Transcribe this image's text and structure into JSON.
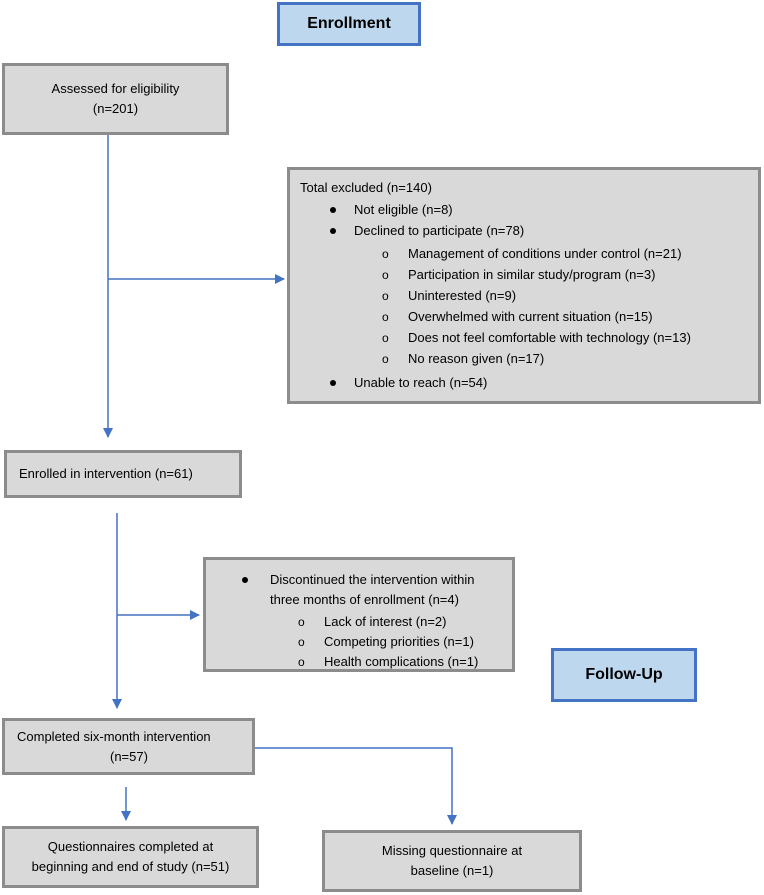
{
  "labels": {
    "enrollment": "Enrollment",
    "follow_up": "Follow-Up"
  },
  "assessed": {
    "line1": "Assessed for eligibility",
    "line2": "(n=201)"
  },
  "excluded": {
    "title": "Total excluded (n=140)",
    "items": [
      {
        "bullet": "dot",
        "text": "Not eligible (n=8)"
      },
      {
        "bullet": "dot",
        "text": "Declined to participate (n=78)"
      },
      {
        "bullet": "o",
        "text": "Management of conditions under control (n=21)"
      },
      {
        "bullet": "o",
        "text": "Participation in similar study/program (n=3)"
      },
      {
        "bullet": "o",
        "text": "Uninterested (n=9)"
      },
      {
        "bullet": "o",
        "text": "Overwhelmed with current situation (n=15)"
      },
      {
        "bullet": "o",
        "text": "Does not feel comfortable with technology (n=13)"
      },
      {
        "bullet": "o",
        "text": "No reason given (n=17)"
      },
      {
        "bullet": "dot",
        "text": "Unable to reach (n=54)"
      }
    ]
  },
  "enrolled": {
    "text": "Enrolled in intervention (n=61)"
  },
  "discontinued": {
    "line1": "Discontinued the intervention within",
    "line2": "three months of enrollment (n=4)",
    "items": [
      "Lack of interest (n=2)",
      "Competing priorities (n=1)",
      "Health complications (n=1)"
    ],
    "bullet_o": "o"
  },
  "completed": {
    "line1": "Completed six-month intervention",
    "line2": "(n=57)"
  },
  "questionnaires": {
    "line1": "Questionnaires completed at",
    "line2": "beginning and end of study (n=51)"
  },
  "missing": {
    "line1": "Missing questionnaire at",
    "line2": "baseline (n=1)"
  },
  "colors": {
    "box_fill": "#d9d9d9",
    "box_border": "#8c8c8c",
    "label_fill": "#bdd7ee",
    "label_border": "#4472c4",
    "arrow": "#4472c4"
  }
}
